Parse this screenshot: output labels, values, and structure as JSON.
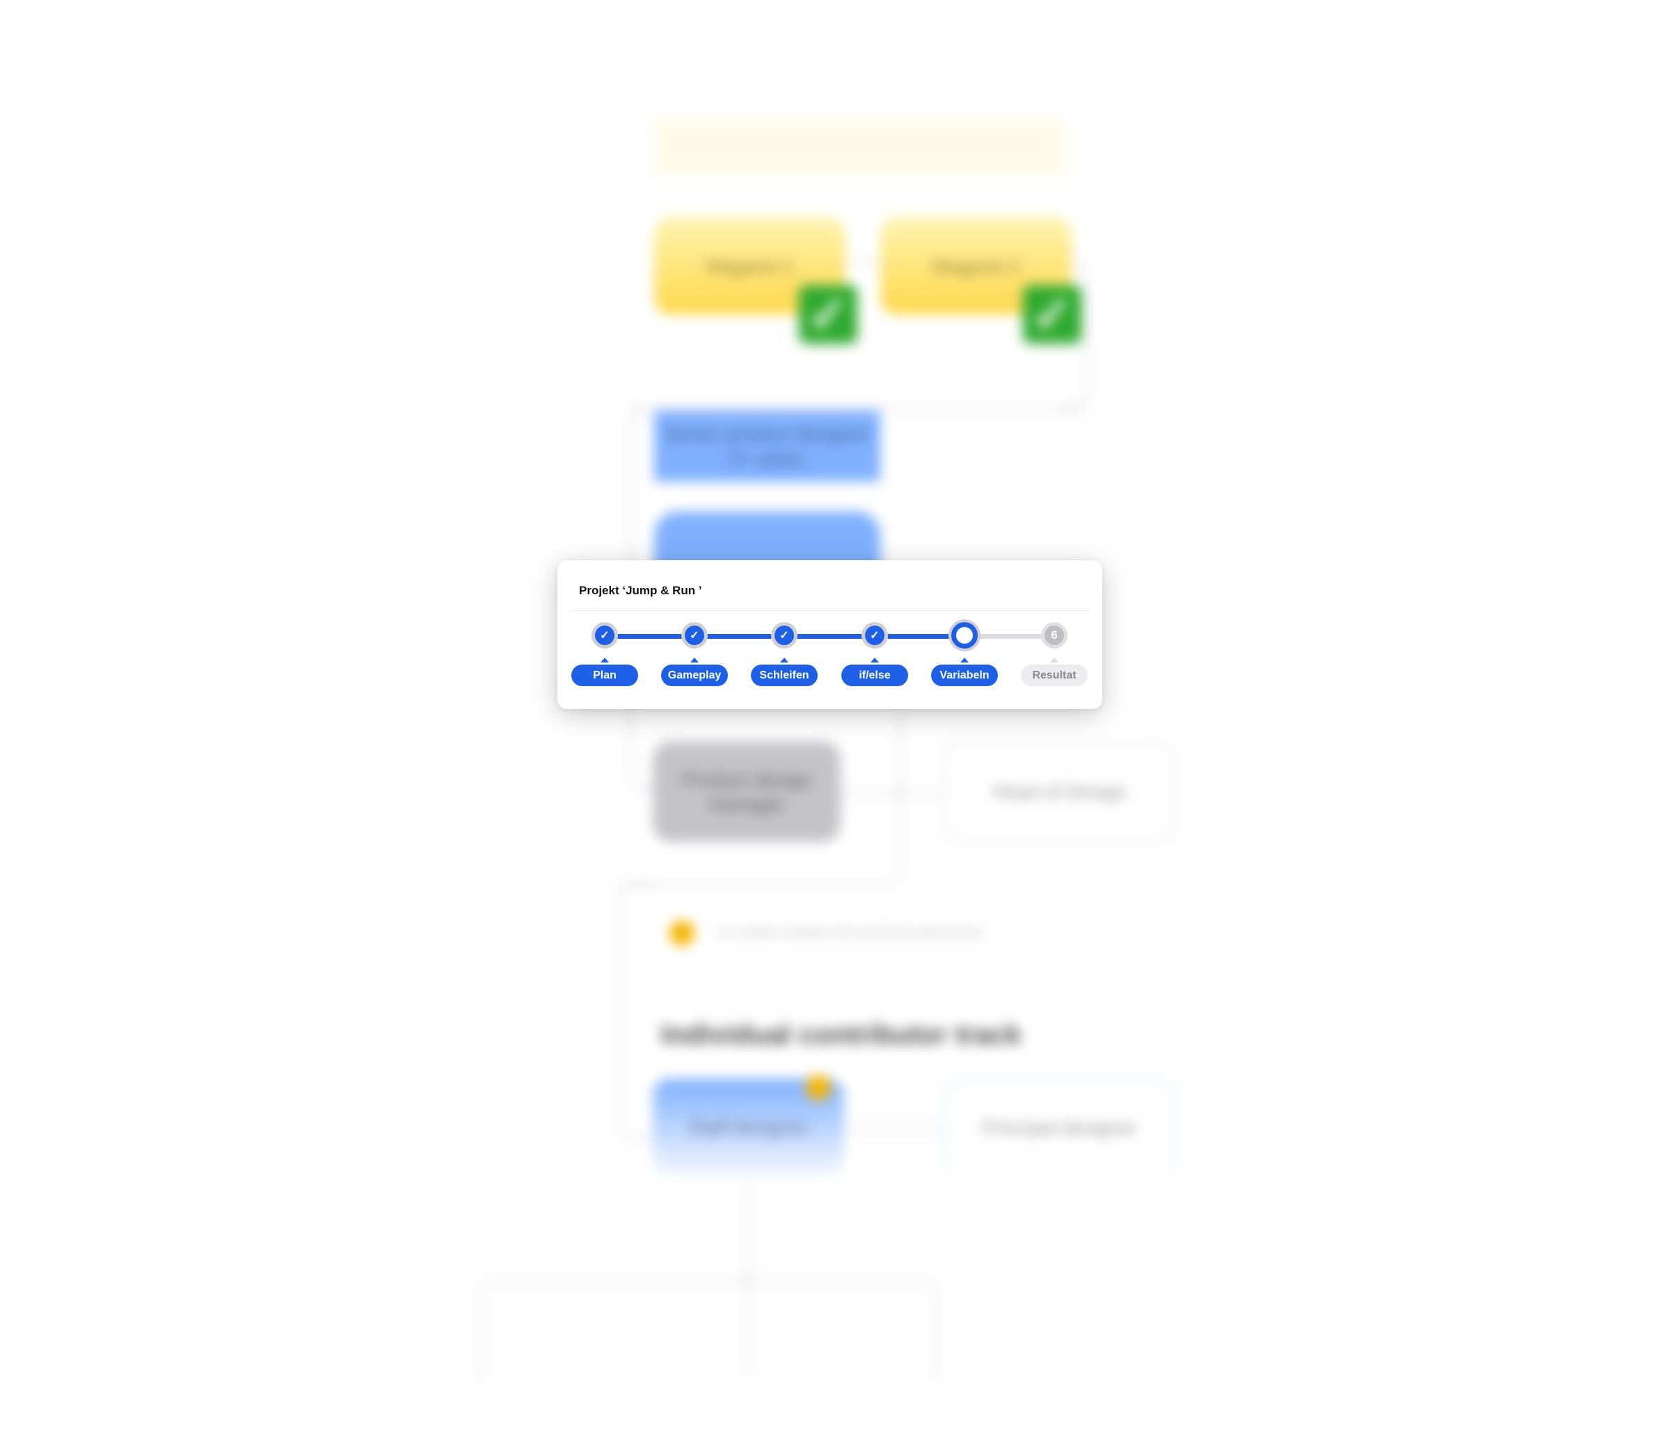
{
  "background": {
    "top_banner": {
      "line1": "",
      "line2": ""
    },
    "yellow_nodes": [
      {
        "label": "Magaret 1"
      },
      {
        "label": "Magaret 2"
      }
    ],
    "blue_rect_node": {
      "line1": "Senior product designer",
      "line2": "5+ years"
    },
    "blue_rounded_node": {
      "label": ""
    },
    "grey_node": {
      "line1": "Product design",
      "line2": "manager"
    },
    "outline_node_head": {
      "label": "Head of Design"
    },
    "note_text": "In a smaller company, this can be the same person",
    "section_heading": "Individual contributor track",
    "staff_node": {
      "label": "Staff designer"
    },
    "principal_node": {
      "label": "Principal designer"
    },
    "check_icon": "✓"
  },
  "card": {
    "title": "Projekt ‘Jump & Run ’",
    "steps": [
      {
        "label": "Plan",
        "state": "done"
      },
      {
        "label": "Gameplay",
        "state": "done"
      },
      {
        "label": "Schleifen",
        "state": "done"
      },
      {
        "label": "if/else",
        "state": "done"
      },
      {
        "label": "Variabeln",
        "state": "current"
      },
      {
        "label": "Resultat",
        "state": "todo",
        "number": "6"
      }
    ],
    "check_icon": "✓",
    "colors": {
      "accent": "#1d5fe6",
      "inactive": "#bdbdc2",
      "pill_inactive": "#ececee"
    }
  }
}
